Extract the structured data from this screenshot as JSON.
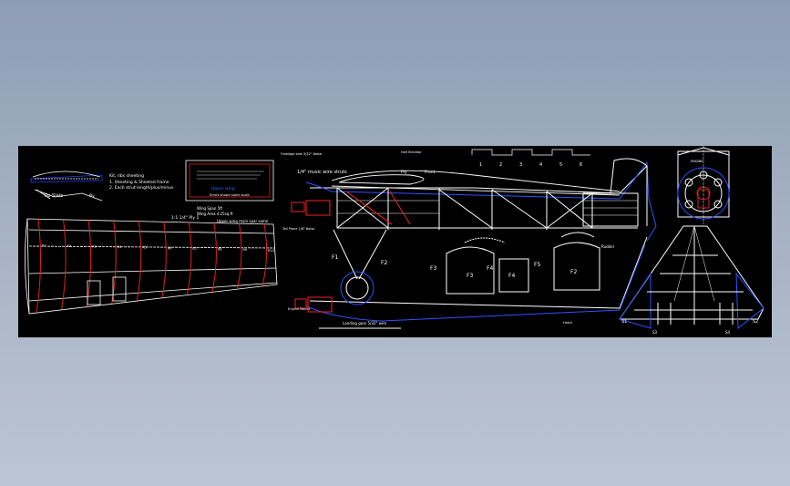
{
  "drawing": {
    "background": "#000000",
    "colors": {
      "outline": "#ffffff",
      "rib": "#e02020",
      "detail_blue": "#2a3cff",
      "frame_blue": "#3050ff"
    },
    "labels": {
      "tip_label": "Tip Slats",
      "wing_notes": [
        "Wing Span 5ft",
        "Wing Area 4.25sq ft"
      ],
      "notes_list_header": "Kit, ribs sheeting",
      "notes_list": [
        "1. Sheeting & Sheeted frame",
        "2. Each strut length/plus/minus"
      ],
      "card_title": "Upper wing",
      "card_sub": "Struts shown same scale",
      "wing_span_note": "1:1 1/4\" Ply 1",
      "center_note": "Upper wing main spar same",
      "rib_labels": [
        "R1",
        "R2",
        "R3",
        "R4",
        "R5",
        "R6",
        "R7",
        "R8",
        "R9",
        "R10"
      ],
      "cabane_label": "1/4\" music wire struts",
      "front_note": "Front",
      "ply_label": "Ply",
      "top_note": "Half Elevator",
      "f1": "F1",
      "f2": "F2",
      "f3": "F3",
      "f4": "F4",
      "f5": "F5",
      "f3_box": "F3",
      "f4_box": "F4",
      "f2_box": "F2",
      "cowl_text": "ENGINE",
      "fuse_note": "Fuselage side 3/32\" Balsa",
      "stab_note": "Tail Plane 1/8\" Balsa",
      "right_note": "Rudder",
      "hatch_label": "Hatch",
      "engine_note": "Engine Mount",
      "gear_note": "Landing gear 5/32\" wire",
      "s1": "S1",
      "s2": "S2",
      "s3": "S3",
      "s4": "S4",
      "dimension_numbers": [
        "1",
        "2",
        "3",
        "4",
        "5",
        "6"
      ]
    }
  }
}
